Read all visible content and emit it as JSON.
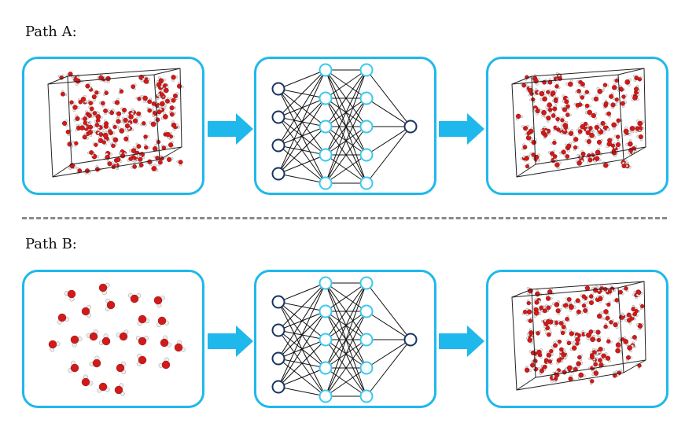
{
  "path_a": {
    "label": "Path A:",
    "input": "water-box",
    "model": "neural-network",
    "output": "water-box"
  },
  "path_b": {
    "label": "Path B:",
    "input": "water-molecules",
    "model": "neural-network",
    "output": "water-box"
  },
  "colors": {
    "panel_border": "#1fb8ec",
    "arrow": "#1fb8ec",
    "divider": "#8a8a8a",
    "input_node": "#1a3560",
    "hidden_node": "#3cc8f0",
    "output_node": "#1a3560",
    "oxygen": "#d11a1a",
    "hydrogen": "#eeeeee"
  }
}
